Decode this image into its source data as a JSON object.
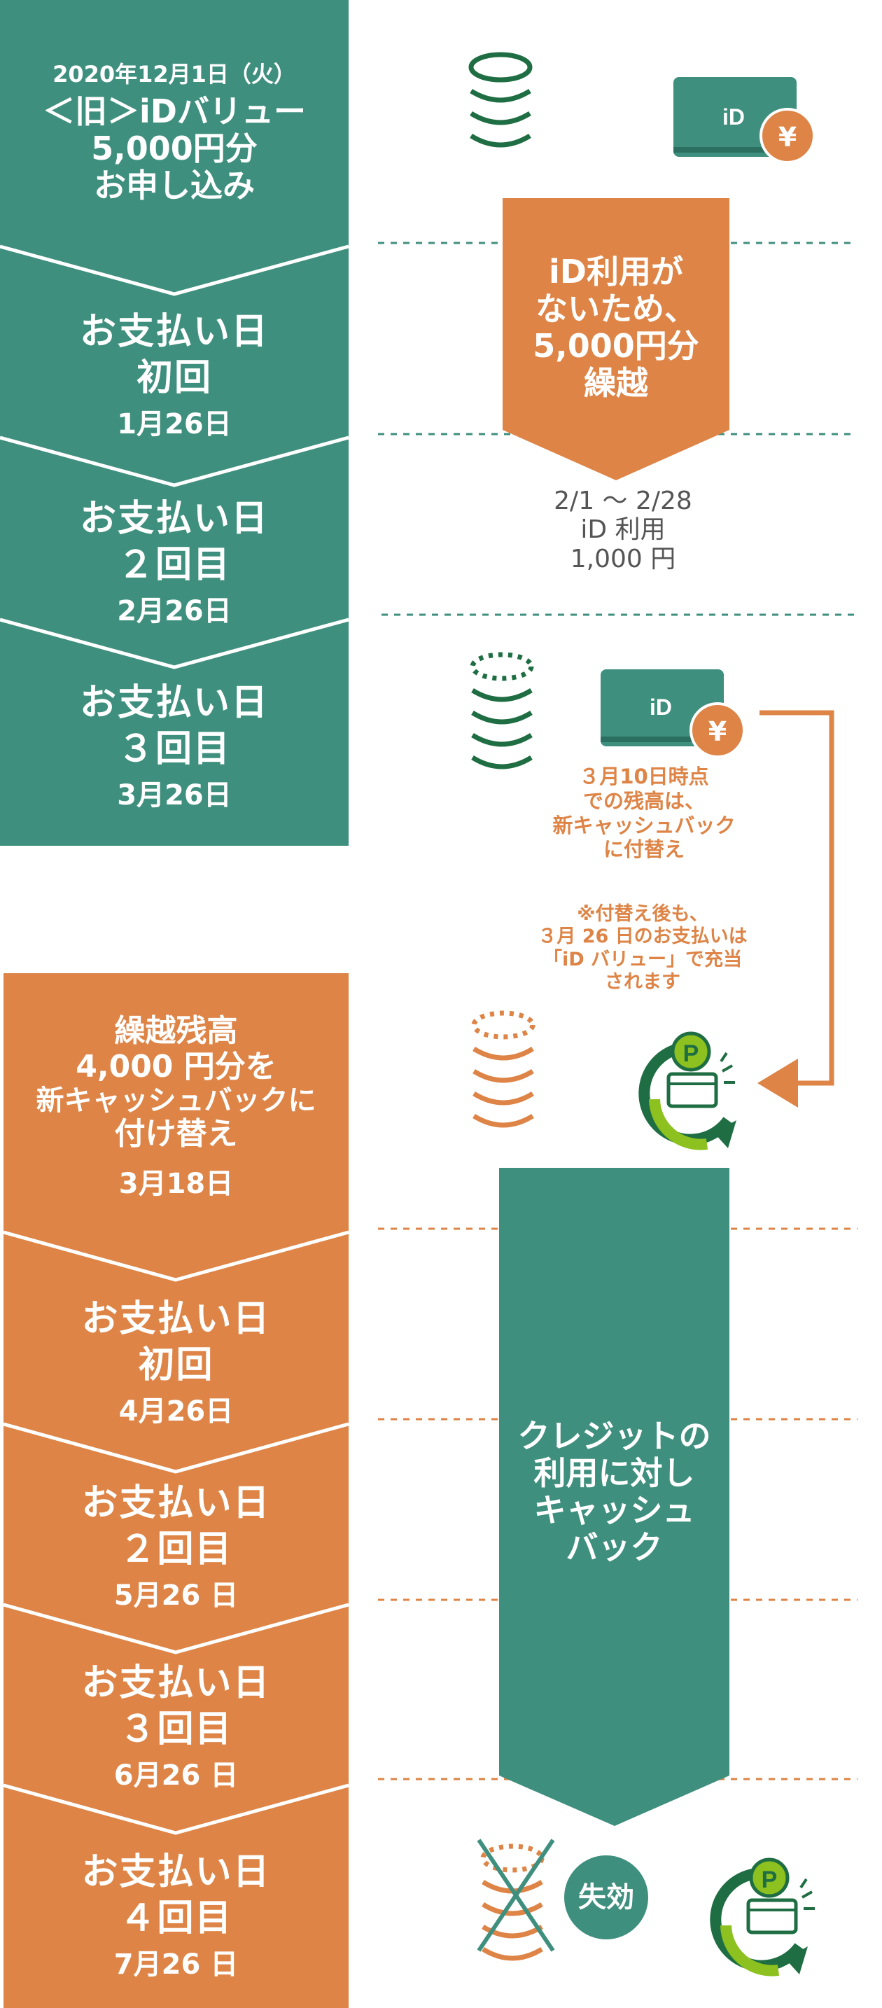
{
  "colors": {
    "green": "#3f8f7e",
    "orange": "#dd8446",
    "lime": "#8cc11f",
    "darkgreen": "#1f6e43",
    "gray": "#555555"
  },
  "green_stack": {
    "header": {
      "date": "2020年12月1日（火）",
      "line1": "＜旧＞iDバリュー",
      "line2": "5,000円分",
      "line3": "お申し込み"
    },
    "steps": [
      {
        "title": "お支払い日",
        "sub": "初回",
        "date": "1月26日"
      },
      {
        "title": "お支払い日",
        "sub": "２回目",
        "date": "2月26日"
      },
      {
        "title": "お支払い日",
        "sub": "３回目",
        "date": "3月26日"
      }
    ]
  },
  "carryover_box": {
    "line1": "iD利用が",
    "line2": "ないため、",
    "line3": "5,000円分",
    "line4": "繰越"
  },
  "usage_note": {
    "line1": "2/1 〜 2/28",
    "line2": "iD 利用",
    "line3": "1,000 円"
  },
  "transfer_note": {
    "line1": "３月10日時点",
    "line2": "での残高は、",
    "line3": "新キャッシュバック",
    "line4": "に付替え"
  },
  "transfer_remark": {
    "line1": "※付替え後も、",
    "line2": "３月 26 日のお支払いは",
    "line3": "「iD バリュー」で充当",
    "line4": "されます"
  },
  "orange_stack": {
    "header": {
      "line1": "繰越残高",
      "line2": "4,000 円分を",
      "line3": "新キャッシュバックに",
      "line4": "付け替え",
      "date": "3月18日"
    },
    "steps": [
      {
        "title": "お支払い日",
        "sub": "初回",
        "date": "4月26日"
      },
      {
        "title": "お支払い日",
        "sub": "２回目",
        "date": "5月26 日"
      },
      {
        "title": "お支払い日",
        "sub": "３回目",
        "date": "6月26 日"
      },
      {
        "title": "お支払い日",
        "sub": "４回目",
        "date": "7月26 日"
      }
    ]
  },
  "cashback_arrow": {
    "line1": "クレジットの",
    "line2": "利用に対し",
    "line3": "キャッシュ",
    "line4": "バック"
  },
  "expired_badge": "失効",
  "card_label": "iD",
  "yen_symbol": "¥",
  "point_symbol": "P",
  "icons": [
    "coin-stack-icon",
    "id-card-icon",
    "yen-coin-icon",
    "point-cashback-icon",
    "cross-icon"
  ]
}
